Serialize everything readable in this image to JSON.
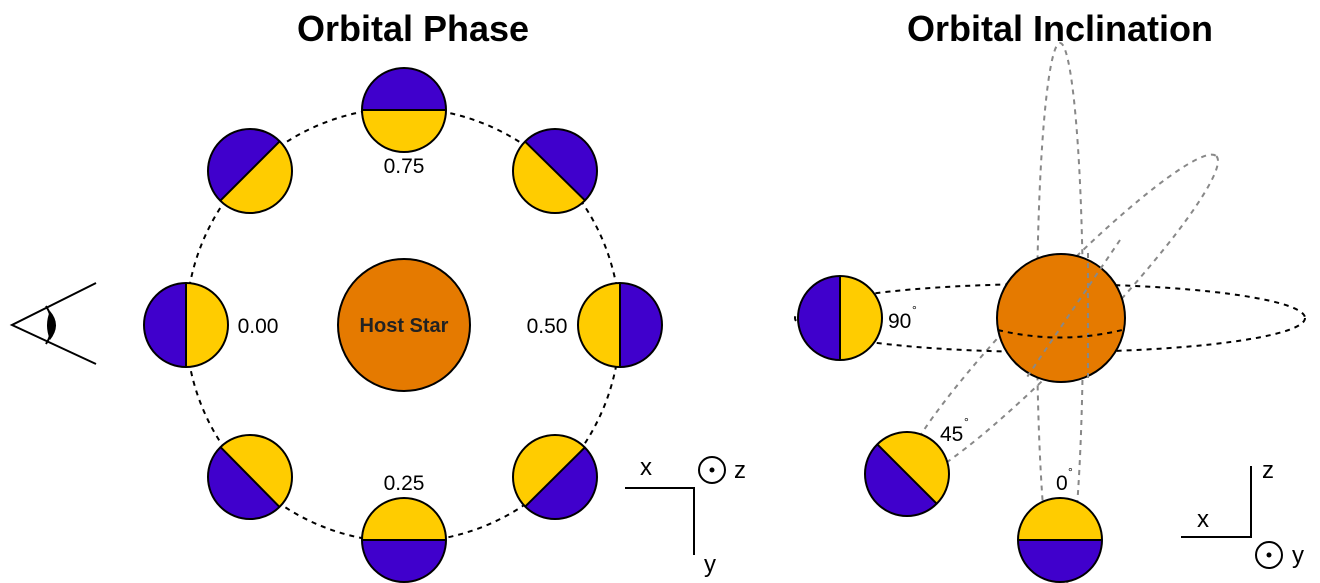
{
  "colors": {
    "night": "#4000cc",
    "day": "#ffcc00",
    "star": "#e57a00",
    "outline": "#000000",
    "orbit_dashed": "#000000",
    "orbit_gray": "#888888"
  },
  "orbital_phase": {
    "title": "Orbital Phase",
    "star_label": "Host Star",
    "phase_labels": [
      "0.75",
      "0.00",
      "0.50",
      "0.25"
    ],
    "observer_icon": "eye-icon",
    "axes": {
      "x": "x",
      "y": "y",
      "z": "z"
    }
  },
  "orbital_inclination": {
    "title": "Orbital Inclination",
    "inclination_labels": [
      "90",
      "45",
      "0"
    ],
    "degree_symbol": "°",
    "axes": {
      "x": "x",
      "y": "y",
      "z": "z"
    }
  }
}
